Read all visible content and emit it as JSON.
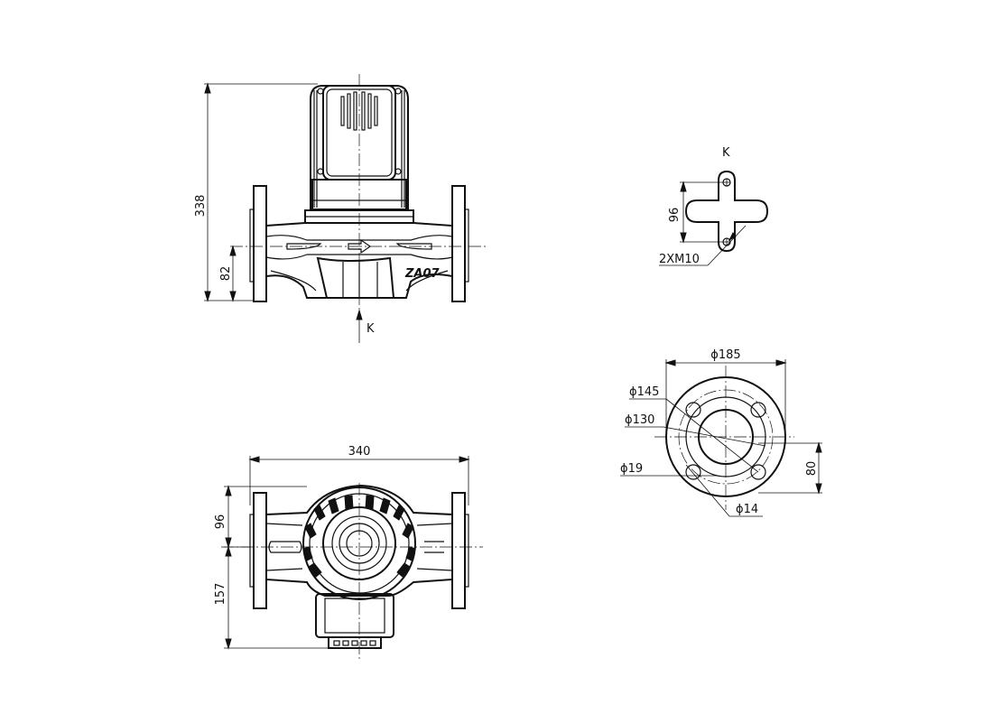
{
  "dimensions": {
    "front_height": "338",
    "front_axis_height": "82",
    "view_label_arrow": "K",
    "top_width": "340",
    "top_upper": "96",
    "top_lower": "157",
    "k_view_title": "K",
    "k_view_spacing": "96",
    "k_view_threads": "2XM10",
    "flange_outer": "ϕ185",
    "flange_bolt_circle": "ϕ145",
    "flange_raised_face": "ϕ130",
    "flange_hole": "ϕ19",
    "flange_bore": "ϕ14",
    "flange_offset": "80"
  },
  "marking": "ZA07"
}
